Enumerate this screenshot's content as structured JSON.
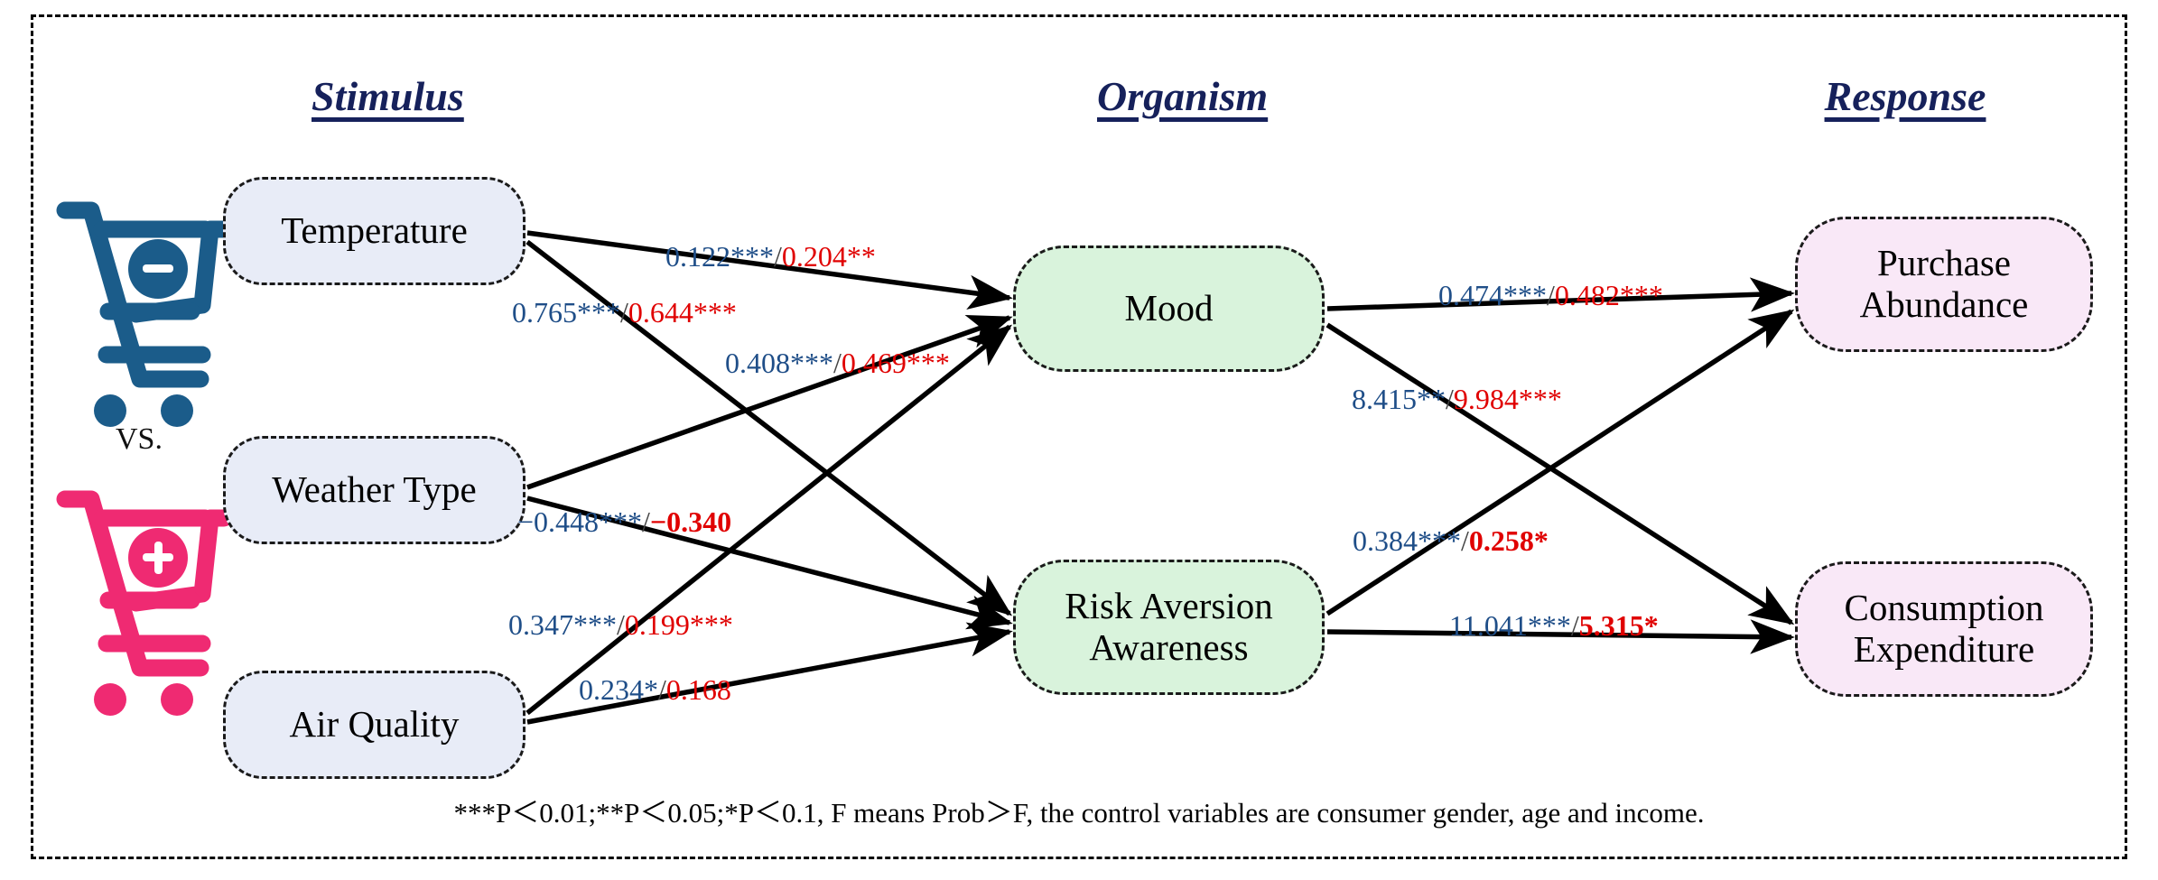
{
  "figure": {
    "title": "Stimulus-Organism-Response path model",
    "frame_style": "dashed"
  },
  "headings": {
    "stimulus": "Stimulus",
    "organism": "Organism",
    "response": "Response"
  },
  "comparison": {
    "vs_label": "VS.",
    "icons": [
      {
        "name": "shopping-cart-minus-icon",
        "color": "#1b5c8a",
        "sign": "minus"
      },
      {
        "name": "shopping-cart-plus-icon",
        "color": "#ef2a72",
        "sign": "plus"
      }
    ]
  },
  "nodes": {
    "stimulus": [
      {
        "id": "temperature",
        "label": "Temperature",
        "fill": "#e8ecf7"
      },
      {
        "id": "weather_type",
        "label": "Weather Type",
        "fill": "#e8ecf7"
      },
      {
        "id": "air_quality",
        "label": "Air Quality",
        "fill": "#e8ecf7"
      }
    ],
    "organism": [
      {
        "id": "mood",
        "label": "Mood",
        "fill": "#d9f3dc"
      },
      {
        "id": "risk_aversion",
        "label_line1": "Risk Aversion",
        "label_line2": "Awareness",
        "fill": "#d9f3dc"
      }
    ],
    "response": [
      {
        "id": "purchase_abundance",
        "label_line1": "Purchase",
        "label_line2": "Abundance",
        "fill": "#f9e8f7"
      },
      {
        "id": "consumption_expenditure",
        "label_line1": "Consumption",
        "label_line2": "Expenditure",
        "fill": "#f9e8f7"
      }
    ]
  },
  "edges": [
    {
      "id": "temperature_to_mood",
      "from": "Temperature",
      "to": "Mood",
      "blue": "0.122***",
      "red": "0.204**",
      "red_bold": false,
      "separator": "/"
    },
    {
      "id": "temperature_to_risk",
      "from": "Temperature",
      "to": "Risk Aversion Awareness",
      "blue": "0.765***",
      "red": "0.644***",
      "red_bold": false,
      "separator": "/"
    },
    {
      "id": "weather_to_mood",
      "from": "Weather Type",
      "to": "Mood",
      "blue": "0.408***",
      "red": "0.469***",
      "red_bold": false,
      "separator": "/"
    },
    {
      "id": "weather_to_risk",
      "from": "Weather Type",
      "to": "Risk Aversion Awareness",
      "blue": "−0.448***",
      "red": "−0.340",
      "red_bold": true,
      "separator": "/"
    },
    {
      "id": "air_to_mood",
      "from": "Air Quality",
      "to": "Mood",
      "blue": "0.347***",
      "red": "0.199***",
      "red_bold": false,
      "separator": "/"
    },
    {
      "id": "air_to_risk",
      "from": "Air Quality",
      "to": "Risk Aversion Awareness",
      "blue": "0.234*",
      "red": "0.168",
      "red_bold": false,
      "separator": "/"
    },
    {
      "id": "mood_to_purchase",
      "from": "Mood",
      "to": "Purchase Abundance",
      "blue": "0.474***",
      "red": "0.482***",
      "red_bold": false,
      "separator": "/"
    },
    {
      "id": "mood_to_consumption",
      "from": "Mood",
      "to": "Consumption Expenditure",
      "blue": "8.415**",
      "red": "9.984***",
      "red_bold": false,
      "separator": "/"
    },
    {
      "id": "risk_to_purchase",
      "from": "Risk Aversion Awareness",
      "to": "Purchase Abundance",
      "blue": "0.384***",
      "red": "0.258*",
      "red_bold": true,
      "separator": "/"
    },
    {
      "id": "risk_to_consumption",
      "from": "Risk Aversion Awareness",
      "to": "Consumption Expenditure",
      "blue": "11.041***",
      "red": "5.315*",
      "red_bold": true,
      "separator": "/"
    }
  ],
  "footnote": "***P＜0.01;**P＜0.05;*P＜0.1, F means Prob＞F, the control variables are consumer gender, age and income.",
  "colors": {
    "heading": "#16215b",
    "blue_coefficient": "#1f4e88",
    "red_coefficient": "#e00000",
    "stimulus_fill": "#e8ecf7",
    "organism_fill": "#d9f3dc",
    "response_fill": "#f9e8f7",
    "cart_blue": "#1b5c8a",
    "cart_pink": "#ef2a72"
  }
}
